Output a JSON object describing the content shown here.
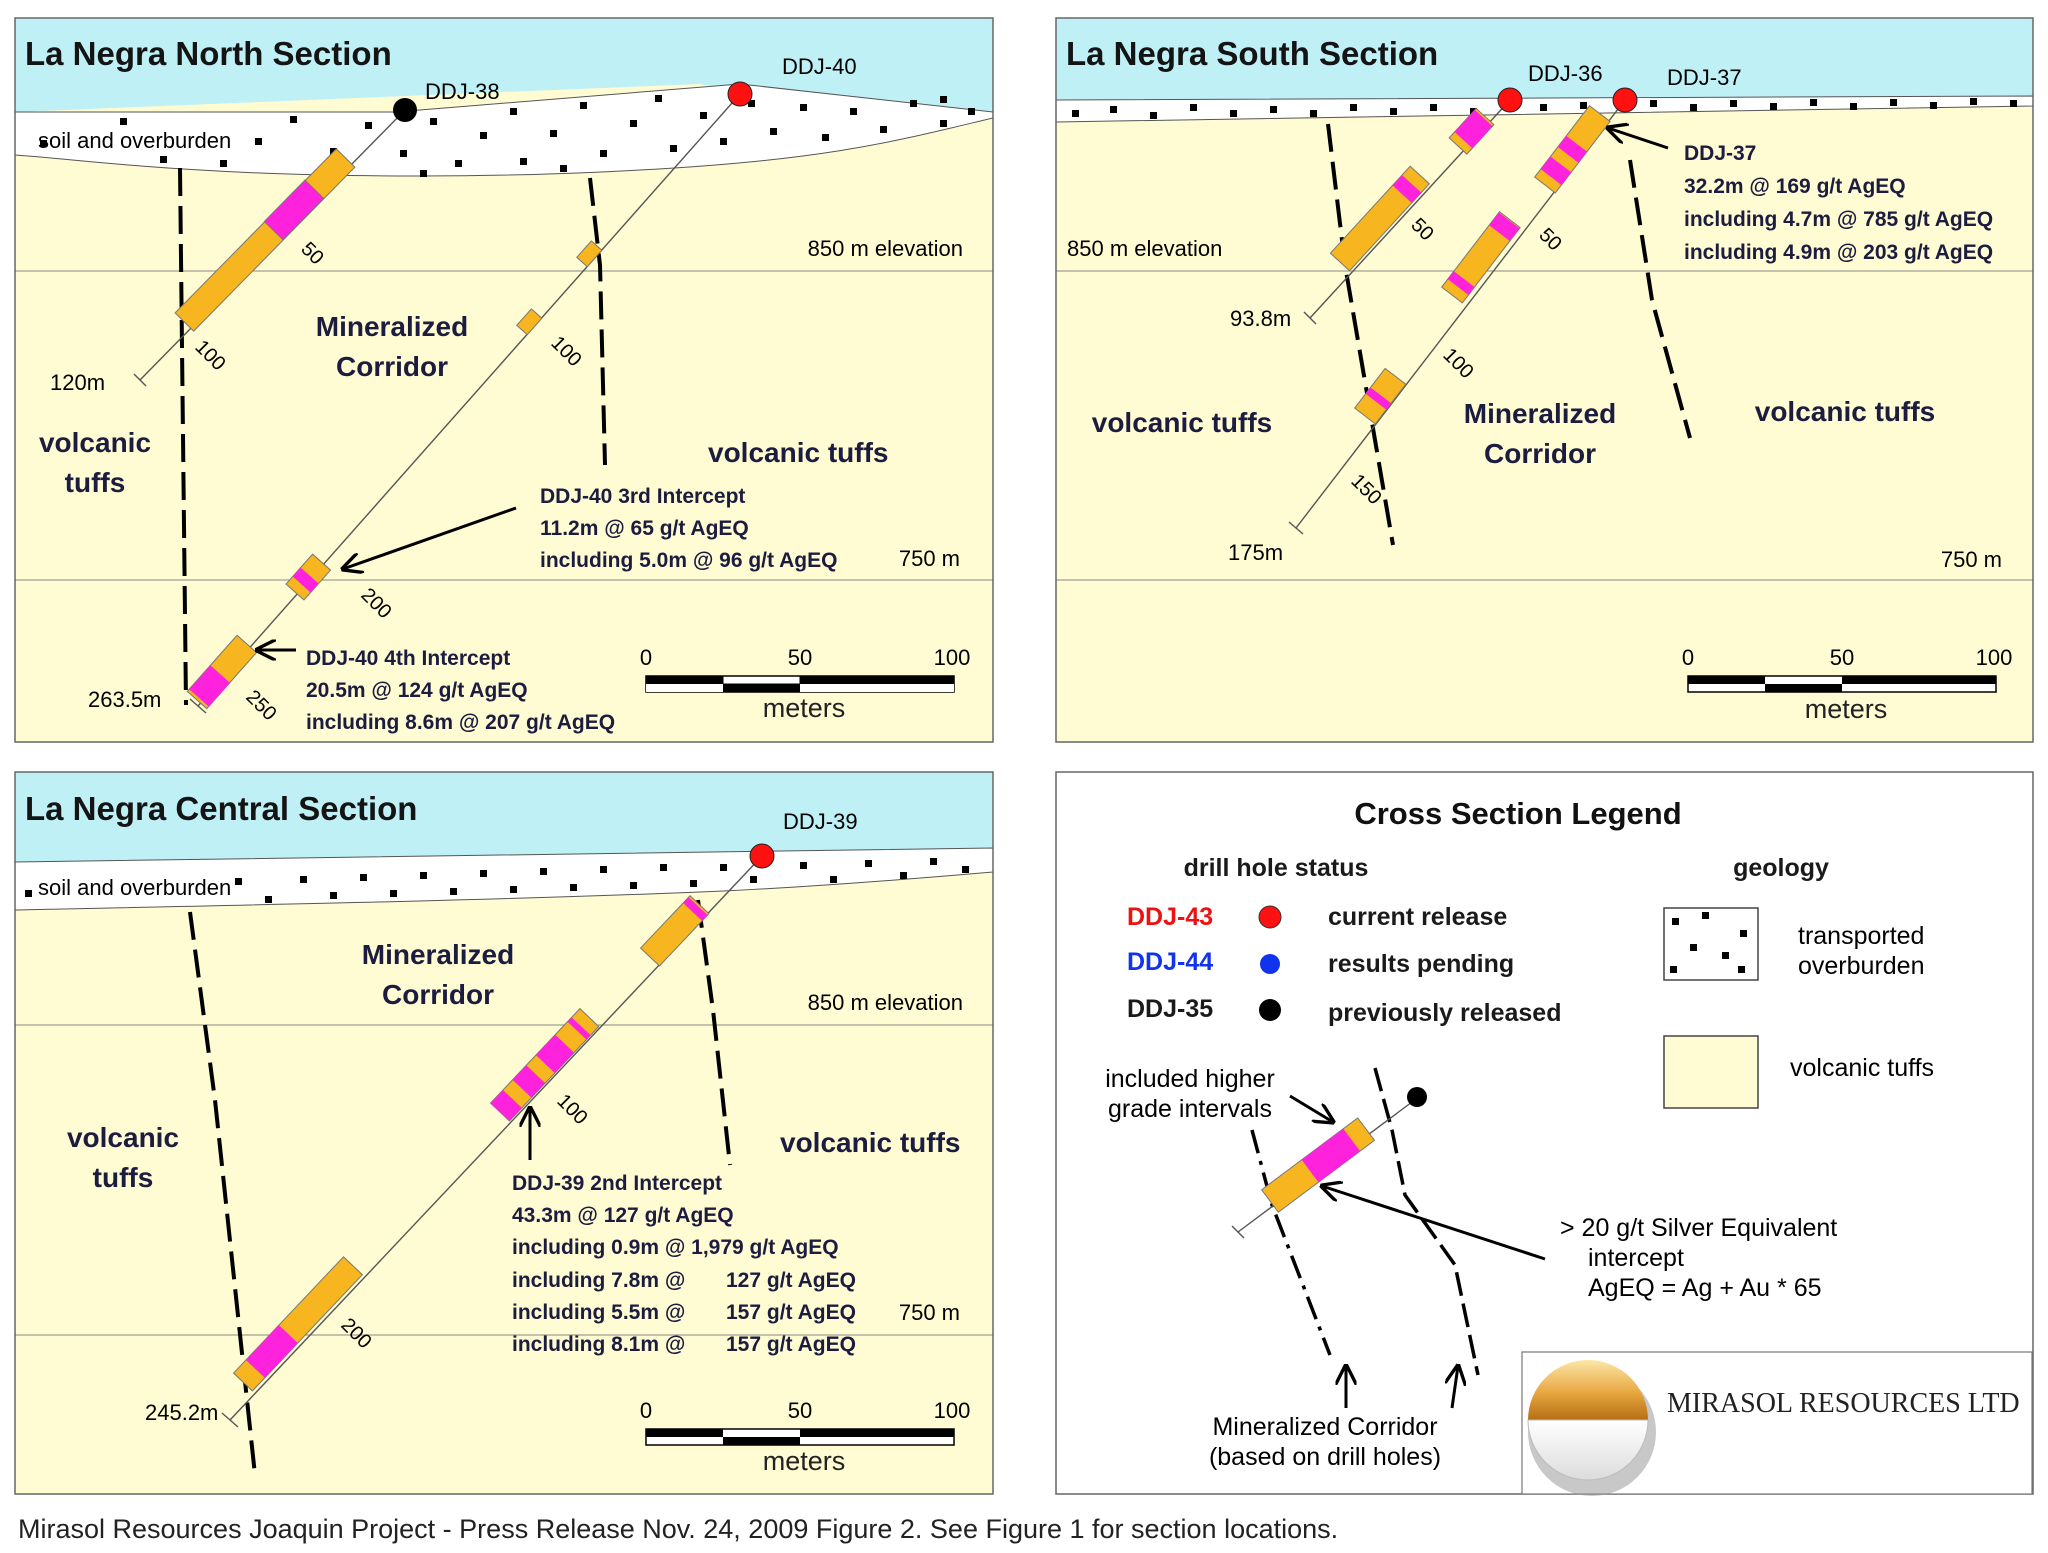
{
  "caption": "Mirasol Resources Joaquin Project - Press Release Nov. 24, 2009 Figure 2. See Figure 1 for section locations.",
  "colors": {
    "sky": "#bff0f6",
    "tuff": "#fffbd2",
    "intercept": "#f7b51f",
    "high_grade": "#ff22dd",
    "current_release": "#ff1111",
    "results_pending": "#1133ee",
    "previously_released": "#000000"
  },
  "north": {
    "title": "La Negra North Section",
    "hole1": "DDJ-38",
    "hole2": "DDJ-40",
    "soil": "soil and overburden",
    "elev850": "850 m elevation",
    "elev750": "750 m",
    "corridor1": "Mineralized",
    "corridor2": "Corridor",
    "tuffs_left1": "volcanic",
    "tuffs_left2": "tuffs",
    "tuffs_right": "volcanic tuffs",
    "depth38": "120m",
    "depth40": "263.5m",
    "tick50_38": "50",
    "tick100_38": "100",
    "tick100_40": "100",
    "tick200_40": "200",
    "tick250_40": "250",
    "int3_l1": "DDJ-40 3rd Intercept",
    "int3_l2": "11.2m @ 65 g/t AgEQ",
    "int3_l3": "including 5.0m @ 96 g/t AgEQ",
    "int4_l1": "DDJ-40 4th Intercept",
    "int4_l2": "20.5m @ 124 g/t AgEQ",
    "int4_l3": "including 8.6m @ 207 g/t AgEQ",
    "scale0": "0",
    "scale50": "50",
    "scale100": "100",
    "scale_unit": "meters"
  },
  "south": {
    "title": "La Negra South Section",
    "hole1": "DDJ-36",
    "hole2": "DDJ-37",
    "elev850": "850 m elevation",
    "elev750": "750 m",
    "corridor1": "Mineralized",
    "corridor2": "Corridor",
    "tuffs_left": "volcanic tuffs",
    "tuffs_right": "volcanic tuffs",
    "depth36": "93.8m",
    "depth37": "175m",
    "tick50_36": "50",
    "tick50_37": "50",
    "tick100_37": "100",
    "tick150_37": "150",
    "int_l1": "DDJ-37",
    "int_l2": "32.2m @ 169 g/t AgEQ",
    "int_l3": "including 4.7m @ 785 g/t AgEQ",
    "int_l4": "including 4.9m @ 203 g/t AgEQ",
    "scale0": "0",
    "scale50": "50",
    "scale100": "100",
    "scale_unit": "meters"
  },
  "central": {
    "title": "La Negra Central Section",
    "hole1": "DDJ-39",
    "soil": "soil and overburden",
    "elev850": "850 m elevation",
    "elev750": "750 m",
    "corridor1": "Mineralized",
    "corridor2": "Corridor",
    "tuffs_left1": "volcanic",
    "tuffs_left2": "tuffs",
    "tuffs_right": "volcanic tuffs",
    "depth39": "245.2m",
    "tick100": "100",
    "tick200": "200",
    "int_l1": "DDJ-39 2nd Intercept",
    "int_l2": "43.3m @ 127 g/t AgEQ",
    "int_l3": "including 0.9m @ 1,979 g/t AgEQ",
    "int_l4a": "including 7.8m @",
    "int_l4b": "127 g/t AgEQ",
    "int_l5a": "including 5.5m @",
    "int_l5b": "157 g/t AgEQ",
    "int_l6a": "including 8.1m @",
    "int_l6b": "157 g/t AgEQ",
    "scale0": "0",
    "scale50": "50",
    "scale100": "100",
    "scale_unit": "meters"
  },
  "legend": {
    "title": "Cross Section Legend",
    "status_header": "drill hole status",
    "geology_header": "geology",
    "status1_code": "DDJ-43",
    "status1_label": "current release",
    "status2_code": "DDJ-44",
    "status2_label": "results pending",
    "status3_code": "DDJ-35",
    "status3_label": "previously released",
    "geo1_l1": "transported",
    "geo1_l2": "overburden",
    "geo2": "volcanic tuffs",
    "higher_l1": "included higher",
    "higher_l2": "grade intervals",
    "silver_l1": "> 20 g/t Silver Equivalent",
    "silver_l2": "intercept",
    "silver_l3": "AgEQ = Ag + Au * 65",
    "corridor_l1": "Mineralized Corridor",
    "corridor_l2": "(based on drill holes)",
    "company": "MIRASOL RESOURCES LTD"
  }
}
